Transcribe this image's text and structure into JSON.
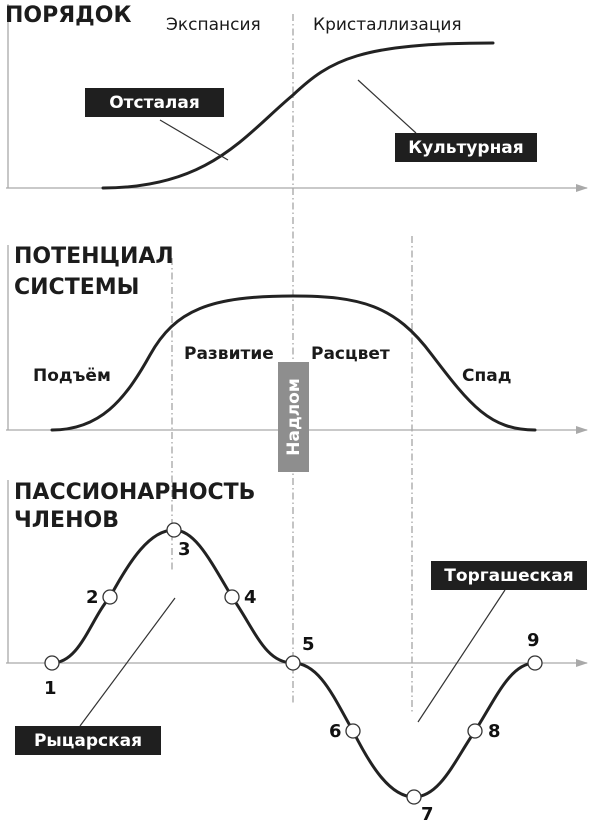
{
  "colors": {
    "curve": "#222222",
    "axis": "#a9a9a9",
    "label_box": "#1f1f1f",
    "label_text": "#ffffff",
    "nadlom_box": "#8e8e8e"
  },
  "panel1": {
    "title": "ПОРЯДОК",
    "phase_left": "Экспансия",
    "phase_right": "Кристаллизация",
    "label_left": "Отсталая",
    "label_right": "Культурная"
  },
  "panel2": {
    "title_line1": "ПОТЕНЦИАЛ",
    "title_line2": "СИСТЕМЫ",
    "phases": [
      "Подъём",
      "Развитие",
      "Расцвет",
      "Спад"
    ],
    "nadlom": "Надлом"
  },
  "panel3": {
    "title_line1": "ПАССИОНАРНОСТЬ",
    "title_line2": "ЧЛЕНОВ",
    "points": [
      "1",
      "2",
      "3",
      "4",
      "5",
      "6",
      "7",
      "8",
      "9"
    ],
    "label_left": "Рыцарская",
    "label_right": "Торгашеская"
  }
}
